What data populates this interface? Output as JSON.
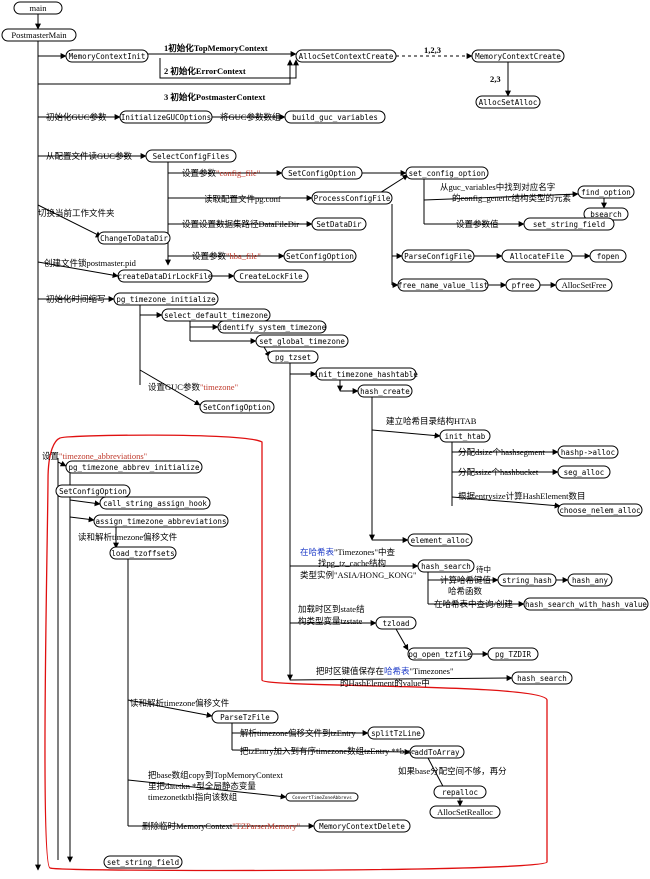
{
  "nodes": {
    "main": "main",
    "postmaster_main": "PostmasterMain",
    "memory_context_init": "MemoryContextInit",
    "alloc_set_context_create": "AllocSetContextCreate",
    "memory_context_create": "MemoryContextCreate",
    "alloc_set_alloc": "AllocSetAlloc",
    "initialize_guc_options": "InitializeGUCOptions",
    "build_guc_variables": "build_guc_variables",
    "select_config_files": "SelectConfigFiles",
    "set_config_option_1": "SetConfigOption",
    "set_config_option_lower": "set_config_option",
    "find_option": "find_option",
    "bsearch": "bsearch",
    "process_config_file": "ProcessConfigFile",
    "set_string_field_1": "set_string_field",
    "set_data_dir": "SetDataDir",
    "change_to_data_dir": "ChangeToDataDir",
    "parse_config_file": "ParseConfigFile",
    "allocate_file": "AllocateFile",
    "fopen": "fopen",
    "set_config_option_2": "SetConfigOption",
    "create_data_dir_lock_file": "createDataDirLockFile",
    "create_lock_file": "CreateLockFile",
    "free_name_value_list": "free_name_value_list",
    "pfree": "pfree",
    "alloc_set_free": "AllocSetFree",
    "pg_timezone_initialize": "pg_timezone_initialize",
    "select_default_timezone": "select_default_timezone",
    "identify_system_timezone": "identify_system_timezone",
    "set_global_timezone": "set_global_timezone",
    "pg_tzset": "pg_tzset",
    "init_timezone_hashtable": "init_timezone_hashtable",
    "hash_create": "hash_create",
    "set_config_option_3": "SetConfigOption",
    "init_htab": "init_htab",
    "hashp_alloc": "hashp->alloc",
    "seg_alloc": "seg_alloc",
    "choose_nelem_alloc": "choose_nelem_alloc",
    "element_alloc": "element_alloc",
    "pg_timezone_abbrev_initialize": "pg_timezone_abbrev_initialize",
    "set_config_option_4": "SetConfigOption",
    "call_string_assign_hook": "call_string_assign_hook",
    "assign_timezone_abbreviations": "assign_timezone_abbreviations",
    "load_tzoffsets": "load_tzoffsets",
    "hash_search_1": "hash_search",
    "string_hash": "string_hash",
    "hash_any": "hash_any",
    "hash_search_with_hash_value": "hash_search_with_hash_value",
    "tzload": "tzload",
    "pg_open_tzfile": "pg_open_tzfile",
    "pg_tzdir": "pg_TZDIR",
    "hash_search_2": "hash_search",
    "parse_tz_file": "ParseTzFile",
    "split_tz_line": "splitTzLine",
    "add_to_array": "addToArray",
    "repalloc": "repalloc",
    "alloc_set_realloc": "AllocSetRealloc",
    "convert_tz_config": "ConvertTimeZoneAbbrevs",
    "memory_context_delete": "MemoryContextDelete",
    "set_string_field_2": "set_string_field"
  },
  "labels": {
    "init_top_memory_context": "1初始化TopMemoryContext",
    "init_error_context": "2 初始化ErrorContext",
    "init_postmaster_context": "3 初始化PostmasterContext",
    "steps_123": "1,2,3",
    "steps_23": "2,3",
    "init_guc": "初始化GUC参数",
    "guc_to_array": "将GUC参数数组",
    "read_guc_from_config": "从配置文件读GUC参数",
    "set_param_prefix": "设置参数",
    "config_file_value": "\"config_file\"",
    "read_pg_conf": "读取配置文件pg.conf",
    "find_generic_1": "从guc_variables中找到对应名字",
    "find_generic_2": "的config_generic结构类型的元素",
    "switch_workdir": "切换当前工作文件夹",
    "set_datadir_prefix": "设置设置数据集路径DataFileDir",
    "set_param_value": "设置参数值",
    "hba_file_value": "\"hba_file\"",
    "create_lock_pid": "创建文件锁postmaster.pid",
    "init_tz_abbrev": "初始化时间缩写",
    "set_guc_prefix": "设置GUC参数",
    "timezone_value": "\"timezone\"",
    "build_htab": "建立哈希目录结构HTAB",
    "alloc_dsize_prefix": "分配dsize个",
    "hashsegment": "hashsegment",
    "alloc_ssize": "分配ssize个hashbucket",
    "alloc_entrysize": "根据entrysize计算HashElement数目",
    "set_tz_abbrev_prefix": "设置",
    "tz_abbrev_value": "\"timezone_abbreviations\"",
    "read_parse_tz_offset": "读和解析timezone偏移文件",
    "in_hash_table": "在哈希表",
    "timezones_quoted": "\"Timezones\"",
    "find_in": "中查",
    "find_pg_tz_cache": "找pg_tz_cache结构",
    "instance_asia": "类型实例\"ASIA/HONG_KONG\"",
    "hash_key_label": "计算哈希键值",
    "hash_function": "哈希函数",
    "find_create_in_hash": "在哈希表中查询/创建",
    "load_tz_to_state_1": "加载时区到state结",
    "load_tz_to_state_2": "构类型变量tzstate",
    "store_tz_key_1": "把时区键值保存在",
    "hash_table_word": "哈希表",
    "store_tz_key_2": "的HashElement的value中",
    "read_parse_tz_file": "读和解析timezone偏移文件",
    "parse_to_tzentry": "解析timezone偏移文件到tzEntry",
    "add_tzentry_ordered": "把tzEntry加入到有序timezone数组tzEntry **base",
    "expand_if_full_1": "如果base分配空间不够，再分",
    "copy_base_1": "把base数组copy到TopMemoryContext",
    "copy_base_2": "里把datetkn *型全局静态变量",
    "copy_base_3": "timezonetktbl指向该数组",
    "delete_temp_prefix": "删除临时MemoryContext",
    "tz_parser_memory": "\"TZParserMemory\"",
    "wait_label": "待中"
  },
  "colors": {
    "red_value": "#c0392b",
    "blue_value": "#1f3cc8",
    "red_region": "#e01010"
  }
}
